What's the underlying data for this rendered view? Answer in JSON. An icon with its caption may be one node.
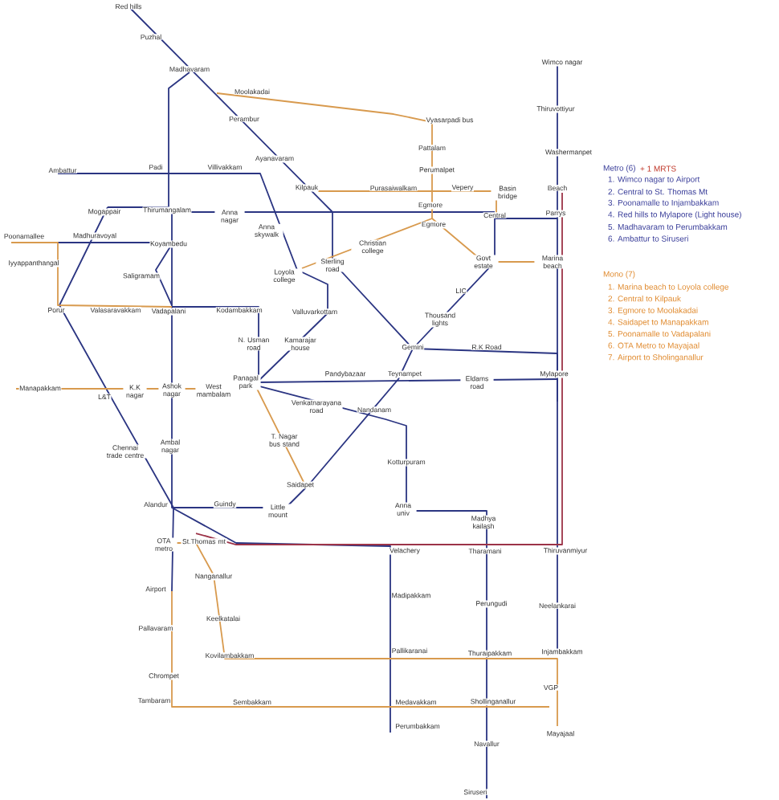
{
  "diagram": {
    "labels": [
      "Red hills",
      "Puzhal",
      "Madhavaram",
      "Wimco nagar",
      "Moolakadai",
      "Thiruvottiyur",
      "Perambur",
      "Vyasarpadi bus",
      "Pattalam",
      "Washermanpet",
      "Ayanavaram",
      "Padi",
      "Villivakkam",
      "Ambattur",
      "Perumalpet",
      "Kilpauk",
      "Purasaiwalkam",
      "Vepery",
      "Basin bridge",
      "Beach",
      "Egmore",
      "Mogappair",
      "Thirumangalam",
      "Anna nagar",
      "Central",
      "Parrys",
      "Egmore",
      "Anna skywalk",
      "Poonamallee",
      "Madhuravoyal",
      "Koyambedu",
      "Christian college",
      "Govt estate",
      "Marina beach",
      "Iyyappanthangal",
      "Sterling road",
      "Loyola college",
      "Saligramam",
      "LIC",
      "Porur",
      "Valasaravakkam",
      "Vadapalani",
      "Kodambakkam",
      "Valluvarkottam",
      "Thousand lights",
      "N. Usman road",
      "Kamarajar house",
      "Gemini",
      "R.K Road",
      "Panagal park",
      "Pandybazaar",
      "Teynampet",
      "Eldams road",
      "Mylapore",
      "Manapakkam",
      "K.K nagar",
      "Ashok nagar",
      "West mambalam",
      "L&T",
      "Venkatnarayana road",
      "Nandanam",
      "T. Nagar bus stand",
      "Chennai trade centre",
      "Ambal nagar",
      "Kotturpuram",
      "Saidapet",
      "Alandur",
      "Guindy",
      "Little mount",
      "Anna univ",
      "Madhya kailash",
      "St.Thomas mt",
      "OTA metro",
      "Velachery",
      "Tharamani",
      "Thiruvanmiyur",
      "Nanganallur",
      "Airport",
      "Madipakkam",
      "Perungudi",
      "Neelankarai",
      "Keelkatalai",
      "Pallavaram",
      "Pallikaranai",
      "Thuraipakkam",
      "Injambakkam",
      "Kovilambakkam",
      "Chrompet",
      "VGP",
      "Tambaram",
      "Sembakkam",
      "Medavakkam",
      "Shollinganallur",
      "Perumbakkam",
      "Mayajaal",
      "Navallur",
      "Siruseri",
      "Metro (6)",
      "+ 1 MRTS",
      "1. Wimco nagar to Airport",
      "2. Central to St. Thomas Mt",
      "3. Poonamalle to Injambakkam",
      "4. Red hills to Mylapore (Light house)",
      "5. Madhavaram to Perumbakkam",
      "6. Ambattur to Siruseri",
      "Mono (7)",
      "1. Marina beach to Loyola college",
      "2. Central to Kilpauk",
      "3. Egmore to Moolakadai",
      "4. Saidapet to Manapakkam",
      "5. Poonamalle to Vadapalani",
      "6. OTA Metro to Mayajaal",
      "7. Airport to Sholinganallur"
    ]
  }
}
